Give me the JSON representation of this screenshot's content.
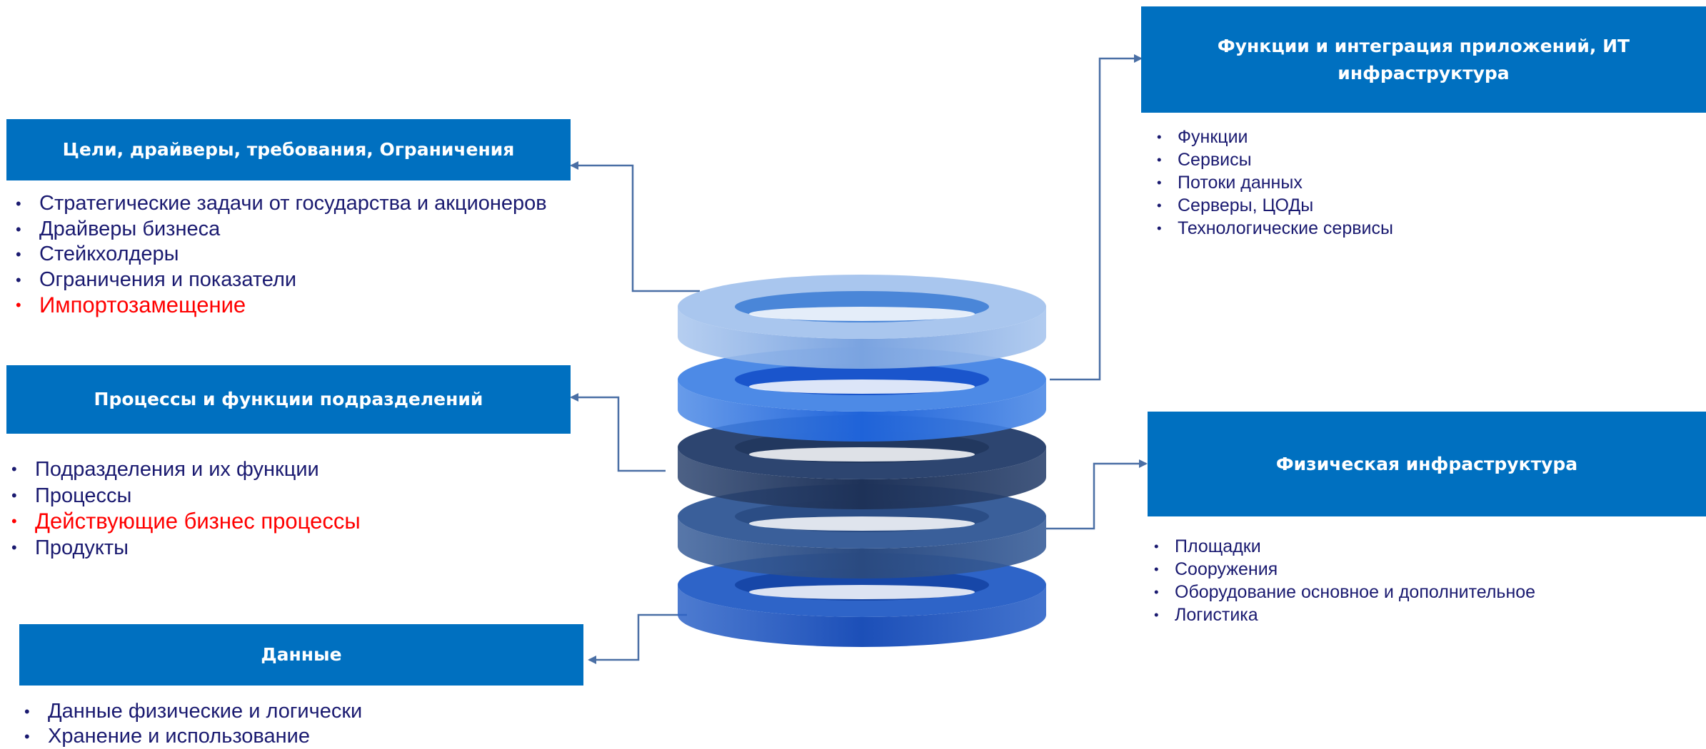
{
  "boxes": {
    "goals": {
      "title": "Цели, драйверы, требования, Ограничения",
      "items": [
        {
          "text": "Стратегические задачи от государства и акционеров",
          "highlight": false
        },
        {
          "text": "Драйверы бизнеса",
          "highlight": false
        },
        {
          "text": "Стейкхолдеры",
          "highlight": false
        },
        {
          "text": "Ограничения и показатели",
          "highlight": false
        },
        {
          "text": "Импортозамещение",
          "highlight": true
        }
      ]
    },
    "processes": {
      "title": "Процессы и функции подразделений",
      "items": [
        {
          "text": "Подразделения и их функции",
          "highlight": false
        },
        {
          "text": "Процессы",
          "highlight": false
        },
        {
          "text": "Действующие бизнес процессы",
          "highlight": true
        },
        {
          "text": "Продукты",
          "highlight": false
        }
      ]
    },
    "data": {
      "title": "Данные",
      "items": [
        {
          "text": "Данные физические и логически",
          "highlight": false
        },
        {
          "text": "Хранение и использование",
          "highlight": false
        }
      ]
    },
    "apps": {
      "title": "Функции и интеграция приложений, ИТ инфраструктура",
      "items": [
        {
          "text": "Функции",
          "highlight": false
        },
        {
          "text": "Сервисы",
          "highlight": false
        },
        {
          "text": "Потоки данных",
          "highlight": false
        },
        {
          "text": "Серверы, ЦОДы",
          "highlight": false
        },
        {
          "text": "Технологические сервисы",
          "highlight": false
        }
      ]
    },
    "physical": {
      "title": "Физическая инфраструктура",
      "items": [
        {
          "text": "Площадки",
          "highlight": false
        },
        {
          "text": "Сооружения",
          "highlight": false
        },
        {
          "text": "Оборудование основное и дополнительное",
          "highlight": false
        },
        {
          "text": "Логистика",
          "highlight": false
        }
      ]
    }
  },
  "bullet": "•",
  "colors": {
    "header_bg": "#0070c0",
    "header_text": "#ffffff",
    "list_text": "#1a1a70",
    "highlight_text": "#ff0000",
    "connector": "#4a6fa5"
  },
  "layers": [
    {
      "name": "goals-layer",
      "top": "#a9c6ee",
      "side": "#7aa3e0",
      "hole": "#4a86d8"
    },
    {
      "name": "apps-layer",
      "top": "#4d8ae6",
      "side": "#1f63d9",
      "hole": "#1a55cc"
    },
    {
      "name": "processes-layer",
      "top": "#2d4570",
      "side": "#1e3258",
      "hole": "#22385f"
    },
    {
      "name": "physical-layer",
      "top": "#3a5f9a",
      "side": "#2a4a80",
      "hole": "#2b4d85"
    },
    {
      "name": "data-layer",
      "top": "#2e64c8",
      "side": "#1c4fb8",
      "hole": "#1747a8"
    }
  ]
}
